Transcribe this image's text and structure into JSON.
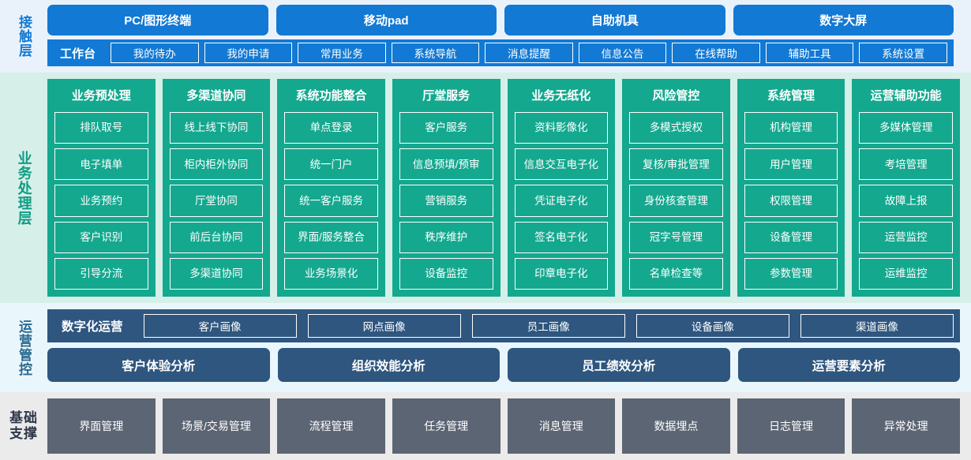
{
  "colors": {
    "contact_bg": "#e9f2fb",
    "contact_blue": "#1279d4",
    "business_bg": "#d6efe8",
    "business_teal": "#14a88f",
    "ops_bg": "#e9f6fb",
    "ops_navy": "#2e567f",
    "base_bg": "#ebebeb",
    "base_gray": "#5c6573"
  },
  "contact_layer": {
    "label": "接触层",
    "channels": [
      {
        "label": "PC/图形终端"
      },
      {
        "label": "移动pad"
      },
      {
        "label": "自助机具"
      },
      {
        "label": "数字大屏"
      }
    ],
    "workbench_title": "工作台",
    "workbench_items": [
      {
        "label": "我的待办"
      },
      {
        "label": "我的申请"
      },
      {
        "label": "常用业务"
      },
      {
        "label": "系统导航"
      },
      {
        "label": "消息提醒"
      },
      {
        "label": "信息公告"
      },
      {
        "label": "在线帮助"
      },
      {
        "label": "辅助工具"
      },
      {
        "label": "系统设置"
      }
    ]
  },
  "business_layer": {
    "label": "业务处理层",
    "columns": [
      {
        "title": "业务预处理",
        "items": [
          {
            "label": "排队取号"
          },
          {
            "label": "电子填单"
          },
          {
            "label": "业务预约"
          },
          {
            "label": "客户识别"
          },
          {
            "label": "引导分流"
          }
        ]
      },
      {
        "title": "多渠道协同",
        "items": [
          {
            "label": "线上线下协同"
          },
          {
            "label": "柜内柜外协同"
          },
          {
            "label": "厅堂协同"
          },
          {
            "label": "前后台协同"
          },
          {
            "label": "多渠道协同"
          }
        ]
      },
      {
        "title": "系统功能整合",
        "items": [
          {
            "label": "单点登录"
          },
          {
            "label": "统一门户"
          },
          {
            "label": "统一客户服务"
          },
          {
            "label": "界面/服务整合"
          },
          {
            "label": "业务场景化"
          }
        ]
      },
      {
        "title": "厅堂服务",
        "items": [
          {
            "label": "客户服务"
          },
          {
            "label": "信息预填/预审"
          },
          {
            "label": "营销服务"
          },
          {
            "label": "秩序维护"
          },
          {
            "label": "设备监控"
          }
        ]
      },
      {
        "title": "业务无纸化",
        "items": [
          {
            "label": "资料影像化"
          },
          {
            "label": "信息交互电子化"
          },
          {
            "label": "凭证电子化"
          },
          {
            "label": "签名电子化"
          },
          {
            "label": "印章电子化"
          }
        ]
      },
      {
        "title": "风险管控",
        "items": [
          {
            "label": "多模式授权"
          },
          {
            "label": "复核/审批管理"
          },
          {
            "label": "身份核查管理"
          },
          {
            "label": "冠字号管理"
          },
          {
            "label": "名单检查等"
          }
        ]
      },
      {
        "title": "系统管理",
        "items": [
          {
            "label": "机构管理"
          },
          {
            "label": "用户管理"
          },
          {
            "label": "权限管理"
          },
          {
            "label": "设备管理"
          },
          {
            "label": "参数管理"
          }
        ]
      },
      {
        "title": "运营辅助功能",
        "items": [
          {
            "label": "多媒体管理"
          },
          {
            "label": "考培管理"
          },
          {
            "label": "故障上报"
          },
          {
            "label": "运营监控"
          },
          {
            "label": "运维监控"
          }
        ]
      }
    ]
  },
  "ops_layer": {
    "label": "运营管控",
    "digital_ops_title": "数字化运营",
    "portraits": [
      {
        "label": "客户画像"
      },
      {
        "label": "网点画像"
      },
      {
        "label": "员工画像"
      },
      {
        "label": "设备画像"
      },
      {
        "label": "渠道画像"
      }
    ],
    "analyses": [
      {
        "label": "客户体验分析"
      },
      {
        "label": "组织效能分析"
      },
      {
        "label": "员工绩效分析"
      },
      {
        "label": "运营要素分析"
      }
    ]
  },
  "base_layer": {
    "label": "基础\n支撑",
    "label_line1": "基础",
    "label_line2": "支撑",
    "items": [
      {
        "label": "界面管理"
      },
      {
        "label": "场景/交易管理"
      },
      {
        "label": "流程管理"
      },
      {
        "label": "任务管理"
      },
      {
        "label": "消息管理"
      },
      {
        "label": "数据埋点"
      },
      {
        "label": "日志管理"
      },
      {
        "label": "异常处理"
      }
    ]
  }
}
